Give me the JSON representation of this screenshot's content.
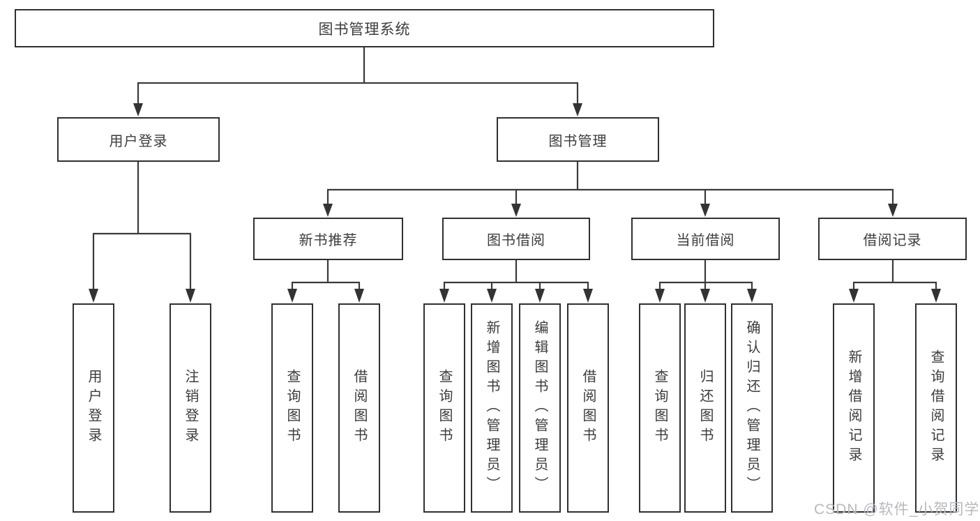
{
  "tree": {
    "root": "图书管理系统",
    "branches": [
      {
        "label": "用户登录",
        "leaves": [
          "用户登录",
          "注销登录"
        ]
      },
      {
        "label": "图书管理",
        "groups": [
          {
            "label": "新书推荐",
            "leaves": [
              "查询图书",
              "借阅图书"
            ]
          },
          {
            "label": "图书借阅",
            "leaves": [
              "查询图书",
              "新增图书（管理员）",
              "编辑图书（管理员）",
              "借阅图书"
            ]
          },
          {
            "label": "当前借阅",
            "leaves": [
              "查询图书",
              "归还图书",
              "确认归还（管理员）"
            ]
          },
          {
            "label": "借阅记录",
            "leaves": [
              "新增借阅记录",
              "查询借阅记录"
            ]
          }
        ]
      }
    ]
  },
  "watermark": "CSDN @软件_小贺同学",
  "colors": {
    "line": "#3a3a3a",
    "box_border": "#303030",
    "text": "#3c3c3c",
    "watermark": "#b6bac0",
    "background": "#ffffff"
  }
}
